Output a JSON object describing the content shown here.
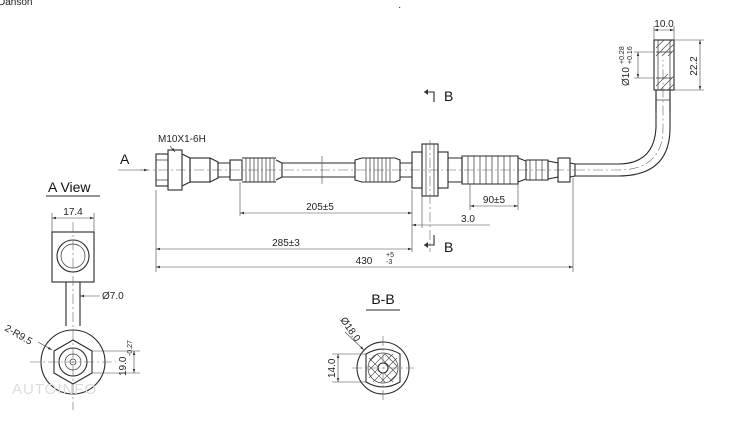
{
  "corner_text": "Danson",
  "watermark": "AUTOINFO",
  "labels": {
    "thread": "M10X1-6H",
    "view_arrow": "A",
    "section_top": "B",
    "section_bottom": "B",
    "a_view_title": "A View",
    "section_title": "B-B"
  },
  "dimensions": {
    "d205": "205±5",
    "d285": "285±3",
    "d430": "430",
    "d430_tol_up": "+5",
    "d430_tol_dn": "-3",
    "d90": "90±5",
    "d3": "3.0",
    "d10": "10.0",
    "d22": "22.2",
    "d_dia10": "Ø10",
    "d_dia10_tol_up": "+0.28",
    "d_dia10_tol_dn": "+0.16",
    "d17": "17.4",
    "d_dia7": "Ø7.0",
    "d_r95": "2-R9.5",
    "d19": "19.0",
    "d19_tol": "-0.27",
    "d_dia18": "Ø18.0",
    "d14": "14.0"
  }
}
